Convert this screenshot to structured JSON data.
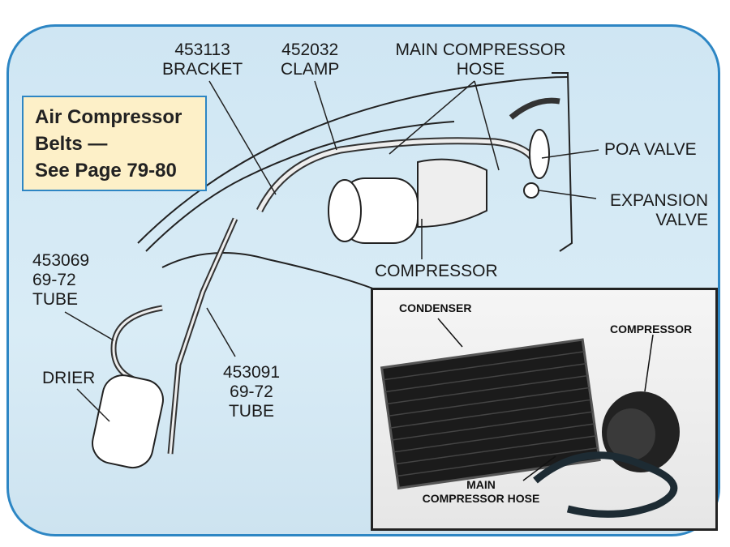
{
  "callout": {
    "lines": [
      "Air Compressor",
      "Belts —",
      "See Page 79-80"
    ]
  },
  "labels": {
    "bracket": [
      "453113",
      "BRACKET"
    ],
    "clamp": [
      "452032",
      "CLAMP"
    ],
    "main_hose": [
      "MAIN COMPRESSOR",
      "HOSE"
    ],
    "poa_valve": "POA VALVE",
    "expansion_valve": [
      "EXPANSION",
      "VALVE"
    ],
    "compressor": "COMPRESSOR",
    "tube_453069": [
      "453069",
      "69-72",
      "TUBE"
    ],
    "drier": "DRIER",
    "tube_453091": [
      "453091",
      "69-72",
      "TUBE"
    ]
  },
  "inset": {
    "condenser": "CONDENSER",
    "compressor": "COMPRESSOR",
    "main_hose": [
      "MAIN",
      "COMPRESSOR HOSE"
    ]
  },
  "colors": {
    "border": "#2d86c4",
    "panel": "#d4e9f5",
    "callout": "#fdf0c8"
  }
}
